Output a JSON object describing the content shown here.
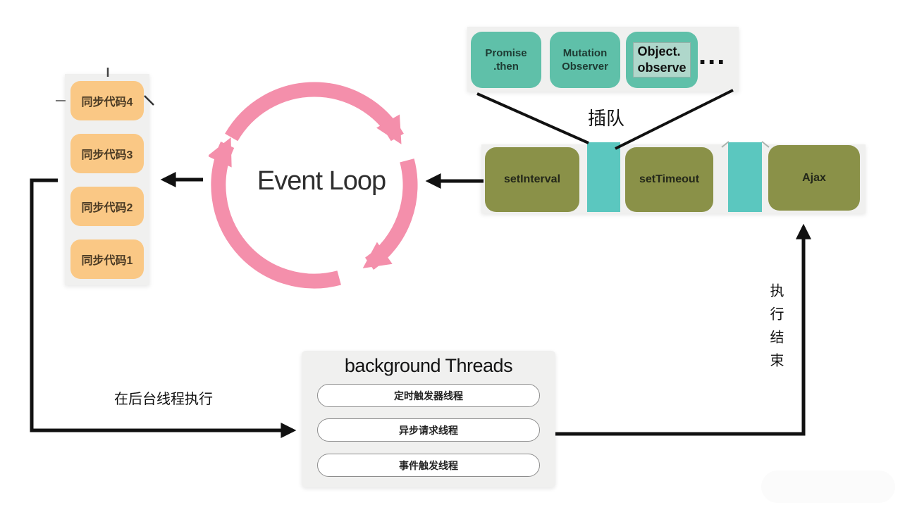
{
  "colors": {
    "sync_box": "#fac885",
    "microtask_box": "#5fc0a9",
    "queue_spacer": "#5bc7bf",
    "macrotask_box": "#8a9148",
    "loop_pink": "#f48fab",
    "panel_gray": "#f0f0ef",
    "arrow_black": "#111111"
  },
  "sync_stack": {
    "items": [
      "同步代码4",
      "同步代码3",
      "同步代码2",
      "同步代码1"
    ]
  },
  "event_loop": {
    "label": "Event Loop"
  },
  "microtasks": {
    "boxes": [
      {
        "line1": "Promise",
        "line2": ".then"
      },
      {
        "line1": "Mutation",
        "line2": "Observer"
      },
      {
        "line1": "Object.",
        "line2": "observe"
      }
    ],
    "ellipsis": "..."
  },
  "macrotasks": {
    "items": [
      "setInterval",
      "setTimeout",
      "Ajax"
    ]
  },
  "background_threads": {
    "title": "background Threads",
    "threads": [
      "定时触发器线程",
      "异步请求线程",
      "事件触发线程"
    ]
  },
  "labels": {
    "queue_jump": "插队",
    "run_in_background": "在后台线程执行",
    "execution_finished": "执行结束"
  }
}
